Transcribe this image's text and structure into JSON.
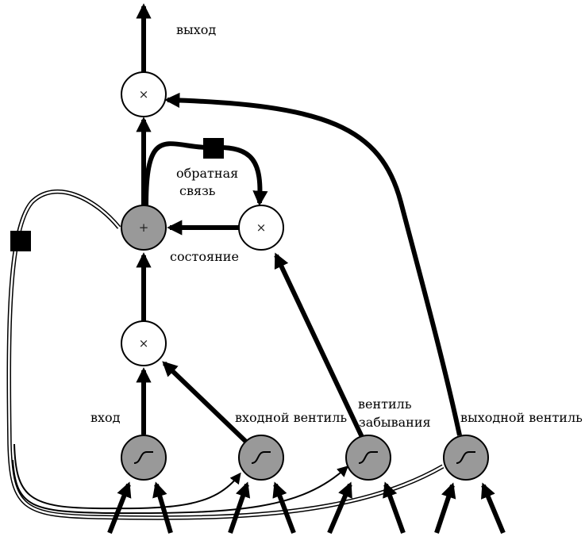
{
  "labels": {
    "output": "выход",
    "feedback_line1": "обратная",
    "feedback_line2": "связь",
    "state": "состояние",
    "input": "вход",
    "input_gate": "входной вентиль",
    "forget_gate_line1": "вентиль",
    "forget_gate_line2": "забывания",
    "output_gate": "выходной вентиль"
  },
  "symbols": {
    "multiply": "×",
    "add": "+"
  },
  "colors": {
    "stroke": "#000000",
    "gray_node": "#999999",
    "white_node": "#ffffff"
  },
  "icons": {
    "sigmoid": "sigmoid-curve-icon",
    "delay": "square-delay-icon"
  }
}
